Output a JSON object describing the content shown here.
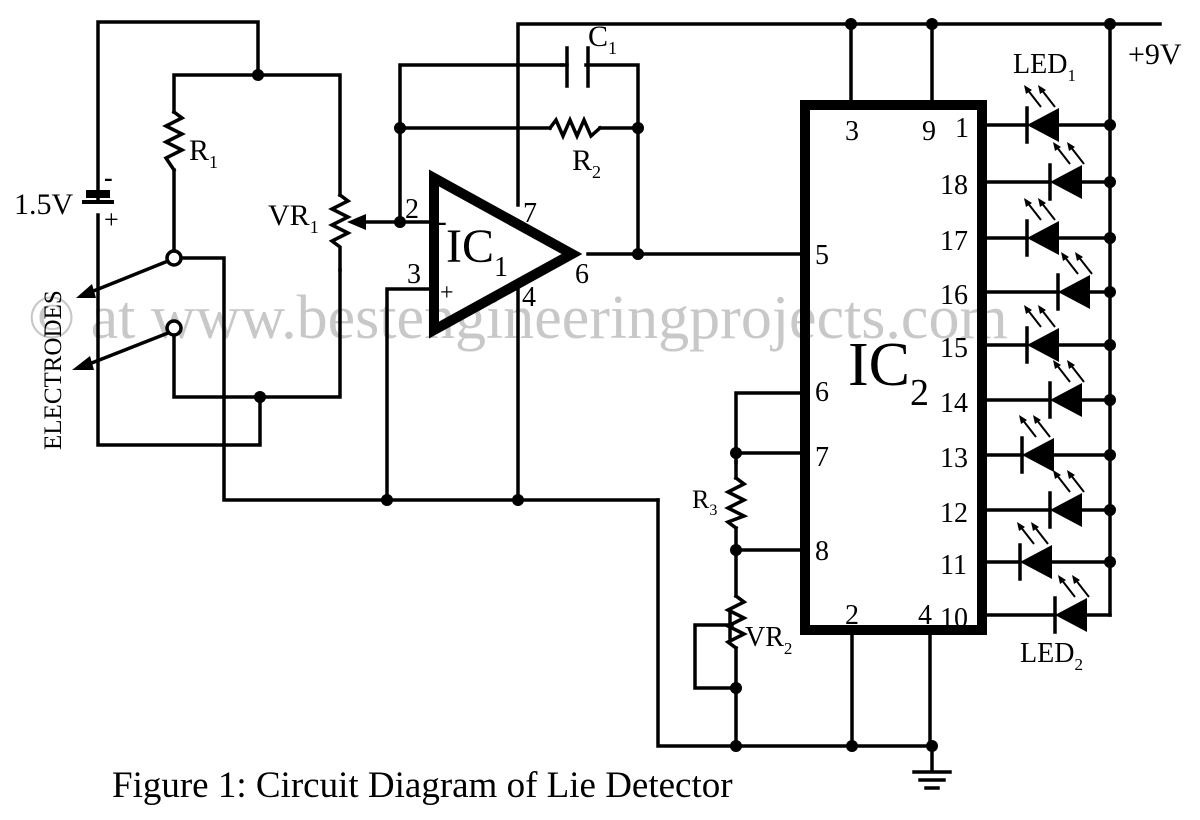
{
  "caption": "Figure 1: Circuit Diagram of Lie Detector",
  "watermark": "© at www.bestengineeringprojects.com",
  "supply": {
    "label": "+9V"
  },
  "battery": {
    "label": "1.5V",
    "neg": "-",
    "pos": "+"
  },
  "electrodes": {
    "label": "ELECTRODES"
  },
  "components": {
    "r1": {
      "name": "R",
      "sub": "1"
    },
    "r2": {
      "name": "R",
      "sub": "2"
    },
    "r3": {
      "name": "R",
      "sub": "3"
    },
    "vr1": {
      "name": "VR",
      "sub": "1"
    },
    "vr2": {
      "name": "VR",
      "sub": "2"
    },
    "c1": {
      "name": "C",
      "sub": "1"
    },
    "led1": {
      "name": "LED",
      "sub": "1"
    },
    "led2": {
      "name": "LED",
      "sub": "2"
    }
  },
  "ic1": {
    "name": "IC",
    "sub": "1",
    "inv_sign": "-",
    "noninv_sign": "+",
    "pins": {
      "inv": "2",
      "noninv": "3",
      "vcc": "7",
      "gnd": "4",
      "out": "6"
    }
  },
  "ic2": {
    "name": "IC",
    "sub": "2",
    "top_pins": [
      "3",
      "9"
    ],
    "left_pins": [
      "5",
      "6",
      "7",
      "8"
    ],
    "bottom_pins": [
      "2",
      "4"
    ],
    "right_pins": [
      "1",
      "18",
      "17",
      "16",
      "15",
      "14",
      "13",
      "12",
      "11",
      "10"
    ]
  }
}
